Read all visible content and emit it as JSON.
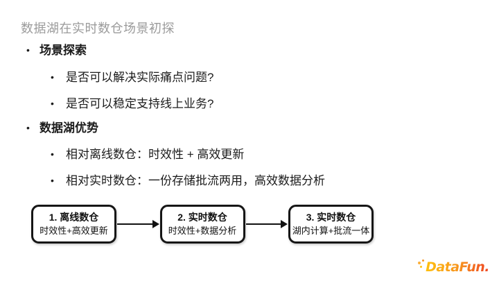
{
  "slide": {
    "title": "数据湖在实时数仓场景初探"
  },
  "bullet_char": "•",
  "bullets": [
    {
      "level": 1,
      "text": "场景探索"
    },
    {
      "level": 2,
      "text": "是否可以解决实际痛点问题?"
    },
    {
      "level": 2,
      "text": "是否可以稳定支持线上业务?"
    },
    {
      "level": 1,
      "text": "数据湖优势"
    },
    {
      "level": 2,
      "text": "相对离线数仓：时效性 + 高效更新"
    },
    {
      "level": 2,
      "text": "相对实时数仓：一份存储批流两用，高效数据分析"
    }
  ],
  "diagram": {
    "nodes": [
      {
        "title": "1. 离线数仓",
        "subtitle": "时效性+高效更新"
      },
      {
        "title": "2. 实时数仓",
        "subtitle": "时效性+数据分析"
      },
      {
        "title": "3. 实时数仓",
        "subtitle": "湖内计算+批流一体"
      }
    ]
  },
  "logo": {
    "text": "DataFun."
  },
  "colors": {
    "background": "#ffffff",
    "title_gray": "#9b9b9b",
    "text_black": "#1c1c1c",
    "box_border": "#161616",
    "logo_orange_light": "#ffc20e",
    "logo_orange": "#f7941e",
    "logo_red": "#ef4123"
  }
}
